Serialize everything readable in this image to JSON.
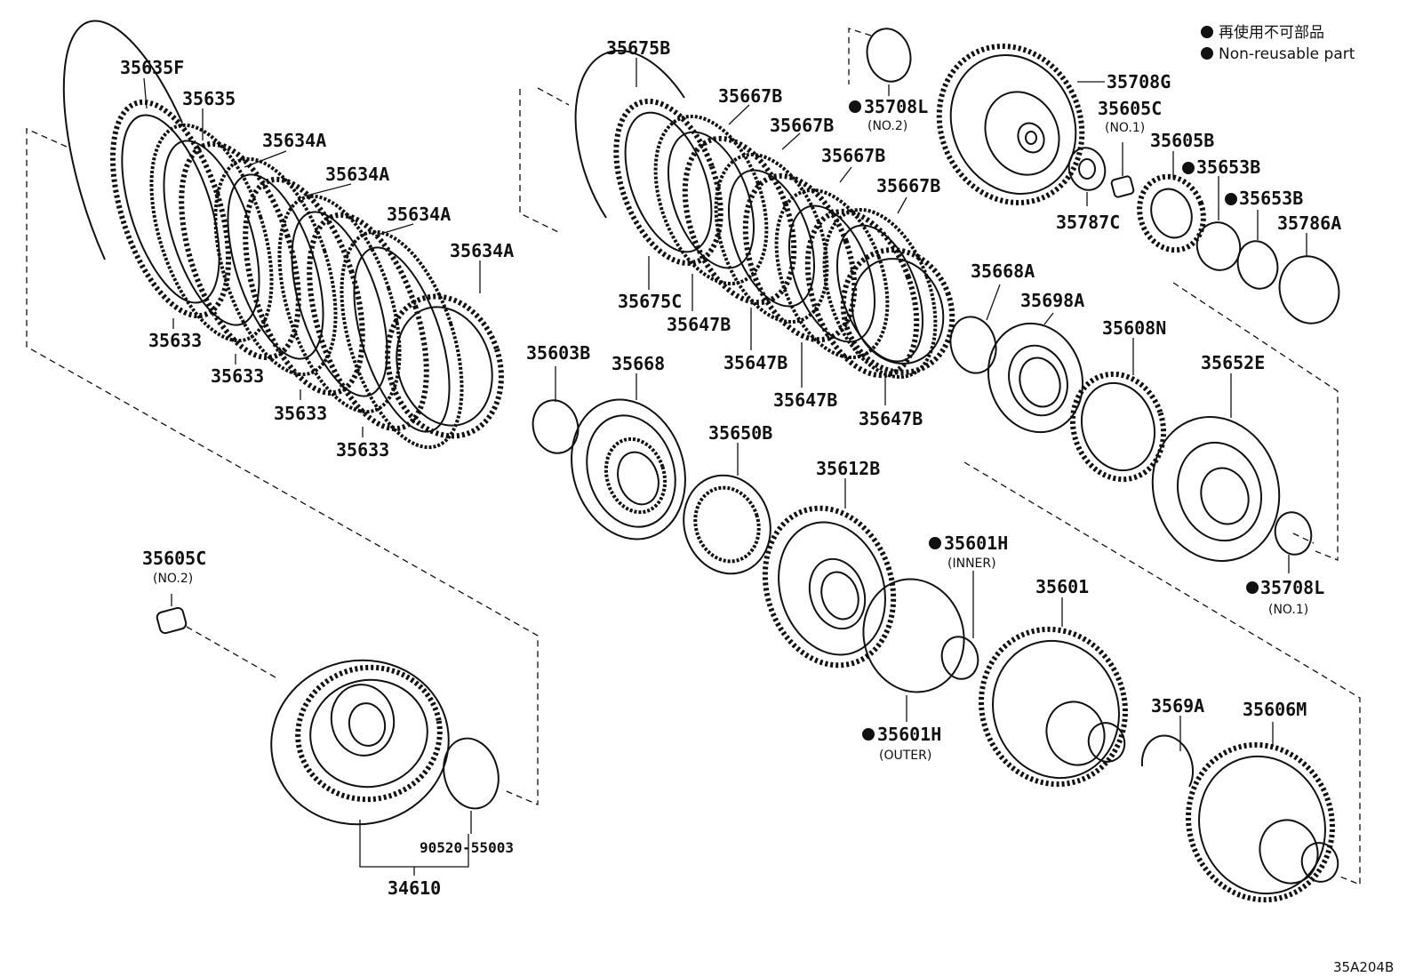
{
  "legend": {
    "jp": "再使用不可部品",
    "en": "Non-reusable part"
  },
  "diagram_code": "35A204B",
  "parts": {
    "p35635F": "35635F",
    "p35635": "35635",
    "p35634A_1": "35634A",
    "p35634A_2": "35634A",
    "p35634A_3": "35634A",
    "p35634A_4": "35634A",
    "p35633_1": "35633",
    "p35633_2": "35633",
    "p35633_3": "35633",
    "p35633_4": "35633",
    "p35675B": "35675B",
    "p35675C": "35675C",
    "p35667B_1": "35667B",
    "p35667B_2": "35667B",
    "p35667B_3": "35667B",
    "p35667B_4": "35667B",
    "p35647B_1": "35647B",
    "p35647B_2": "35647B",
    "p35647B_3": "35647B",
    "p35647B_4": "35647B",
    "p35708L_2": "35708L",
    "p35708L_2_sub": "(NO.2)",
    "p35708G": "35708G",
    "p35605C_1": "35605C",
    "p35605C_1_sub": "(NO.1)",
    "p35605B": "35605B",
    "p35653B_1": "35653B",
    "p35653B_2": "35653B",
    "p35786A": "35786A",
    "p35787C": "35787C",
    "p35668A": "35668A",
    "p35698A": "35698A",
    "p35608N": "35608N",
    "p35652E": "35652E",
    "p35708L_1": "35708L",
    "p35708L_1_sub": "(NO.1)",
    "p35603B": "35603B",
    "p35668": "35668",
    "p35650B": "35650B",
    "p35612B": "35612B",
    "p35601H_in": "35601H",
    "p35601H_in_sub": "(INNER)",
    "p35601H_out": "35601H",
    "p35601H_out_sub": "(OUTER)",
    "p35601": "35601",
    "p3569A": "3569A",
    "p35606M": "35606M",
    "p35605C_2": "35605C",
    "p35605C_2_sub": "(NO.2)",
    "p90520": "90520-55003",
    "p34610": "34610"
  }
}
